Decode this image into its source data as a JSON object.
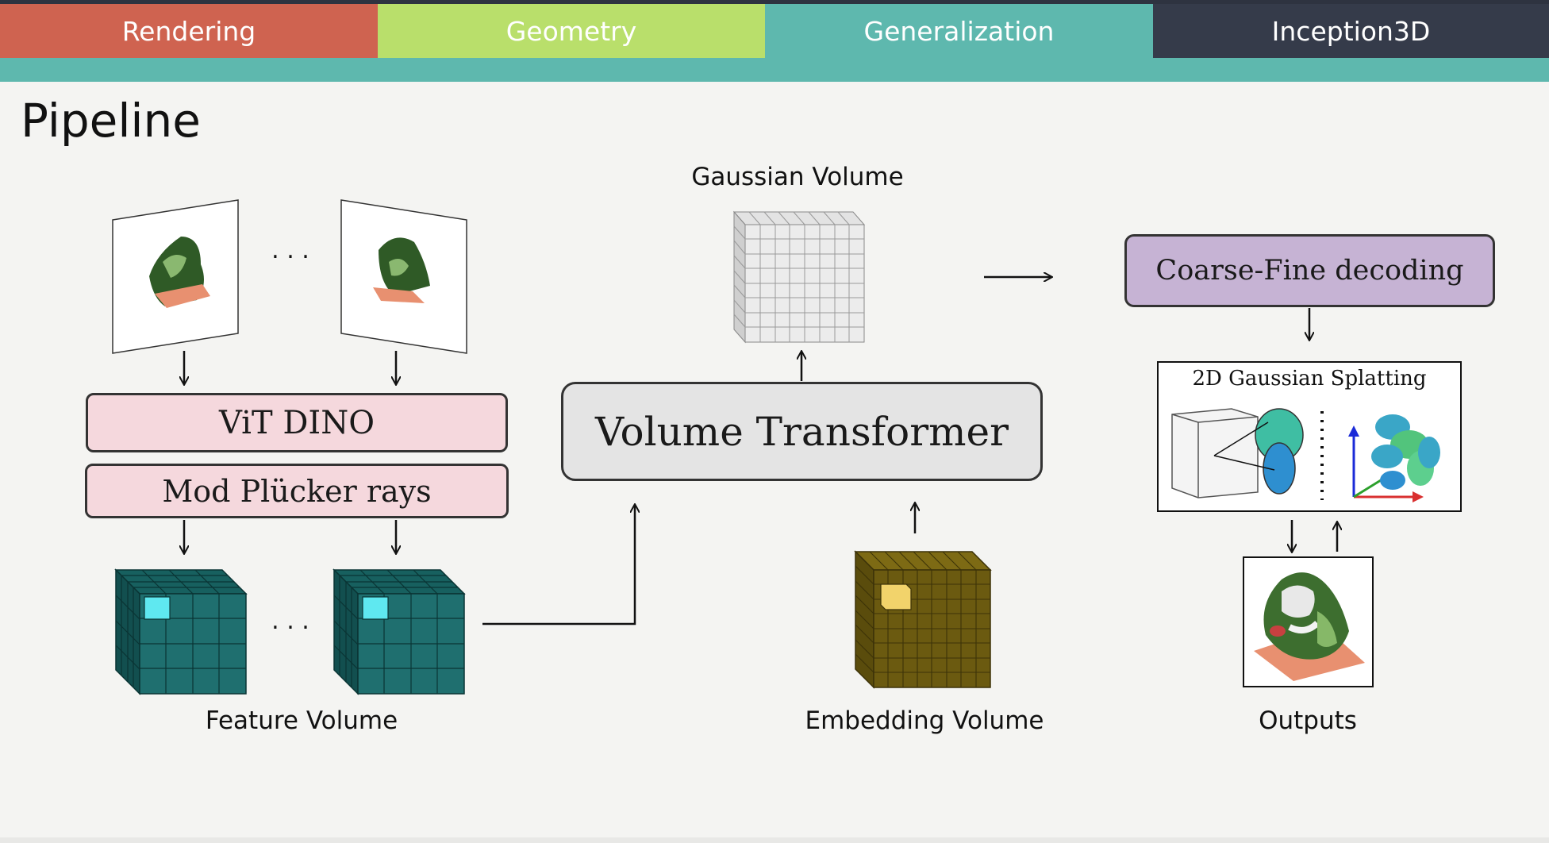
{
  "tabs": [
    {
      "label": "Rendering",
      "color": "#cf6350"
    },
    {
      "label": "Geometry",
      "color": "#b9df6b"
    },
    {
      "label": "Generalization",
      "color": "#5eb8ae"
    },
    {
      "label": "Inception3D",
      "color": "#353b4a"
    }
  ],
  "slide": {
    "title": "Pipeline"
  },
  "diagram": {
    "ellipsis": ". . .",
    "vit_label": "ViT DINO",
    "plucker_label": "Mod Plücker rays",
    "feature_volume_label": "Feature Volume",
    "volume_transformer_label": "Volume Transformer",
    "gaussian_volume_label": "Gaussian Volume",
    "embedding_volume_label": "Embedding Volume",
    "coarse_fine_label": "Coarse-Fine decoding",
    "splatting_label": "2D Gaussian Splatting",
    "outputs_label": "Outputs"
  },
  "colors": {
    "pink_box": "#f5d8dd",
    "gray_box": "#e4e4e4",
    "purple_box": "#c6b3d4",
    "feature_cube": "#1f6f6f",
    "highlight_cube": "#5fe8f0",
    "embedding_cube": "#6b5a10",
    "embedding_highlight": "#f2d36b"
  }
}
